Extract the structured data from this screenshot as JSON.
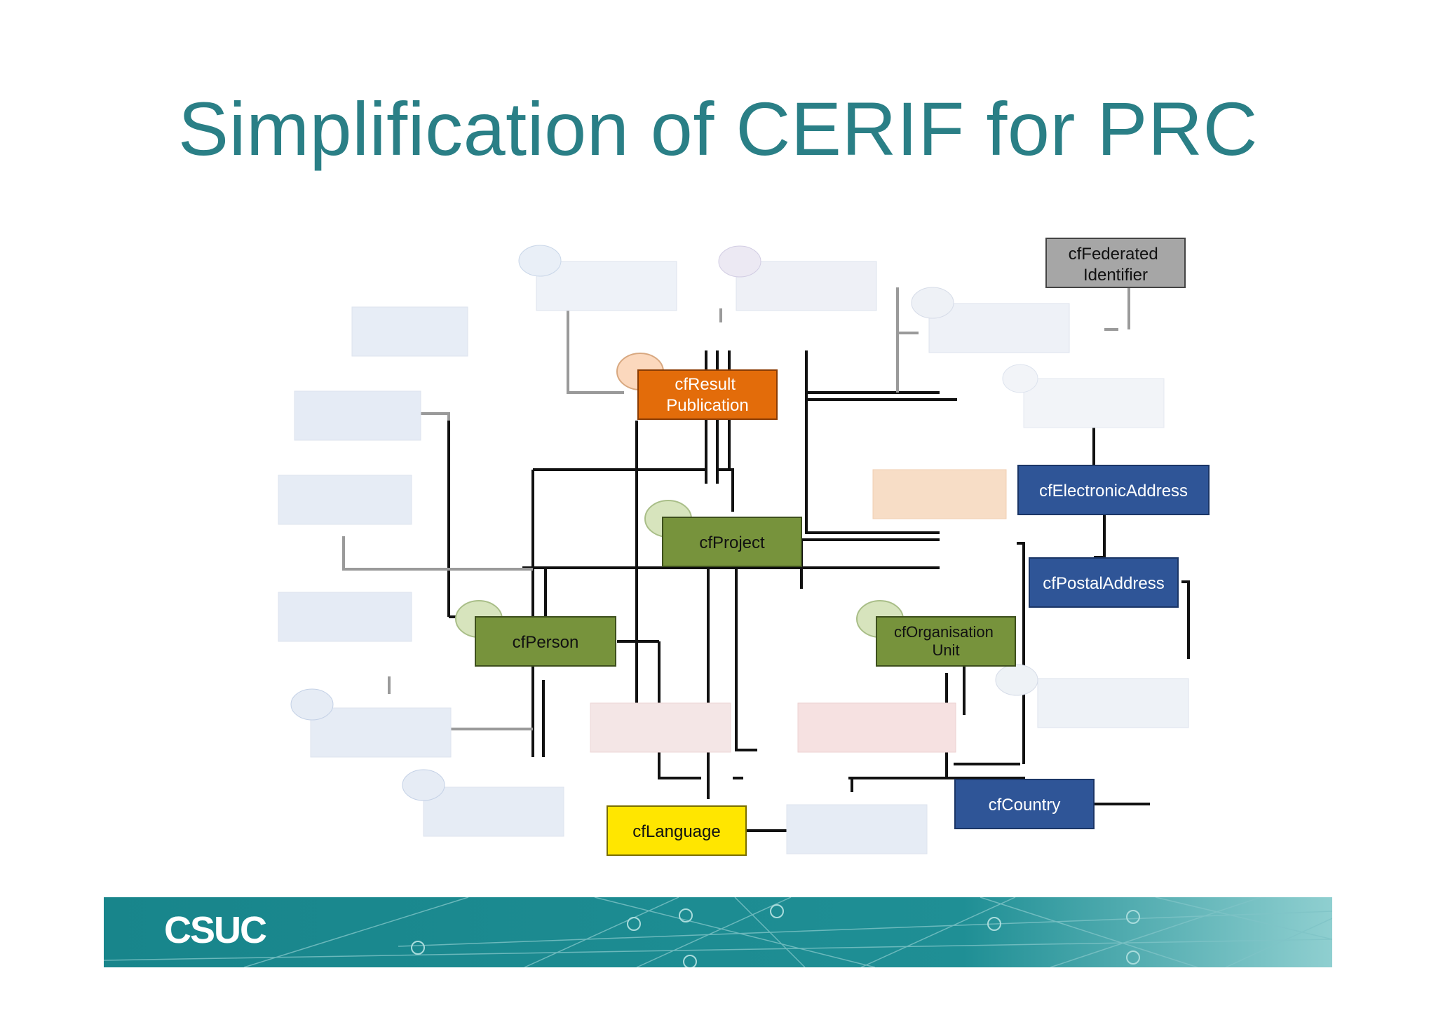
{
  "slide": {
    "title": "Simplification of CERIF for PRC"
  },
  "entities": {
    "federated_identifier": "cfFederated\nIdentifier",
    "result_publication": "cfResult\nPublication",
    "electronic_address": "cfElectronicAddress",
    "project": "cfProject",
    "postal_address": "cfPostalAddress",
    "person": "cfPerson",
    "organisation_unit": "cfOrganisation\nUnit",
    "country": "cfCountry",
    "language": "cfLanguage"
  },
  "footer": {
    "logo_text": "CSUC"
  },
  "colors": {
    "title": "#2a7f86",
    "orange": "#e36c0a",
    "green": "#77933c",
    "blue": "#2f5597",
    "grey": "#a6a6a6",
    "yellow": "#ffe600",
    "footer": "#1f8a8f"
  }
}
